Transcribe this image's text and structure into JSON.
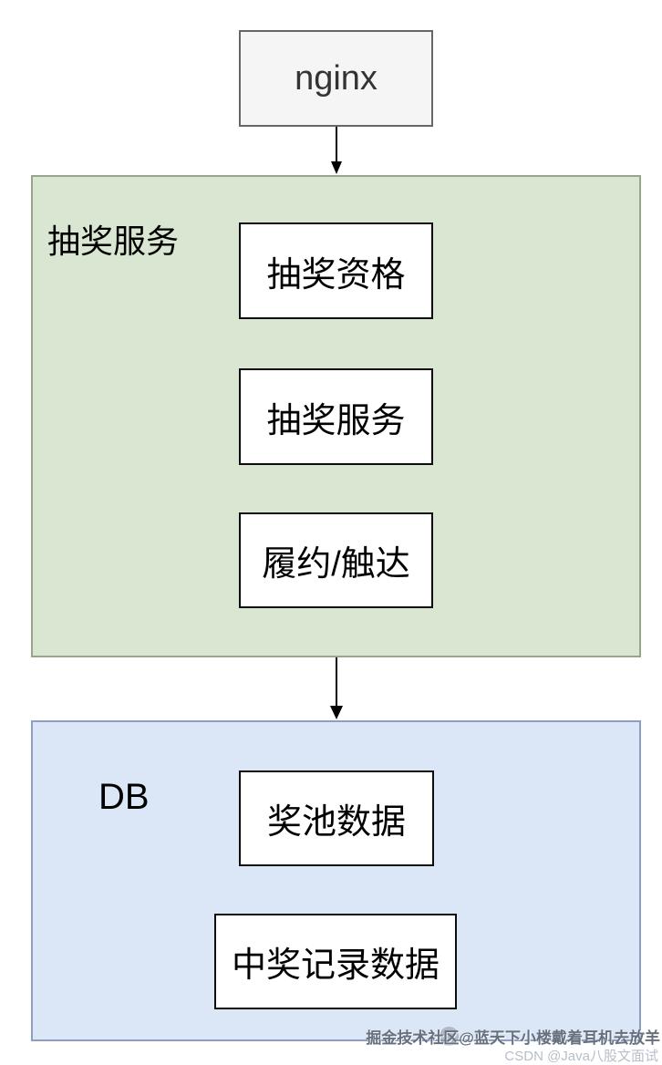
{
  "page": {
    "background_color": "#ffffff"
  },
  "diagram": {
    "nginx_node": {
      "label": "nginx",
      "fill": "#f5f5f5",
      "border_color": "#666666"
    },
    "lottery_section": {
      "label": "抽奖服务",
      "fill": "#d9e7d2",
      "border_color": "#97a58a",
      "nodes": [
        {
          "label": "抽奖资格"
        },
        {
          "label": "抽奖服务"
        },
        {
          "label": "履约/触达"
        }
      ]
    },
    "db_section": {
      "label": "DB",
      "fill": "#dbe6f7",
      "border_color": "#8d9ec2",
      "nodes": [
        {
          "label": "奖池数据"
        },
        {
          "label": "中奖记录数据"
        }
      ]
    },
    "arrows": [
      {
        "from": "nginx",
        "to": "抽奖服务"
      },
      {
        "from": "抽奖服务",
        "to": "DB"
      }
    ],
    "node_fill": "#ffffff",
    "node_border_color": "#0d0d0d",
    "arrow_color": "#000000"
  },
  "watermarks": {
    "line1": "掘金技术社区@蓝天下小楼戴着耳机去放羊",
    "line2": "CSDN @Java八股文面试"
  }
}
